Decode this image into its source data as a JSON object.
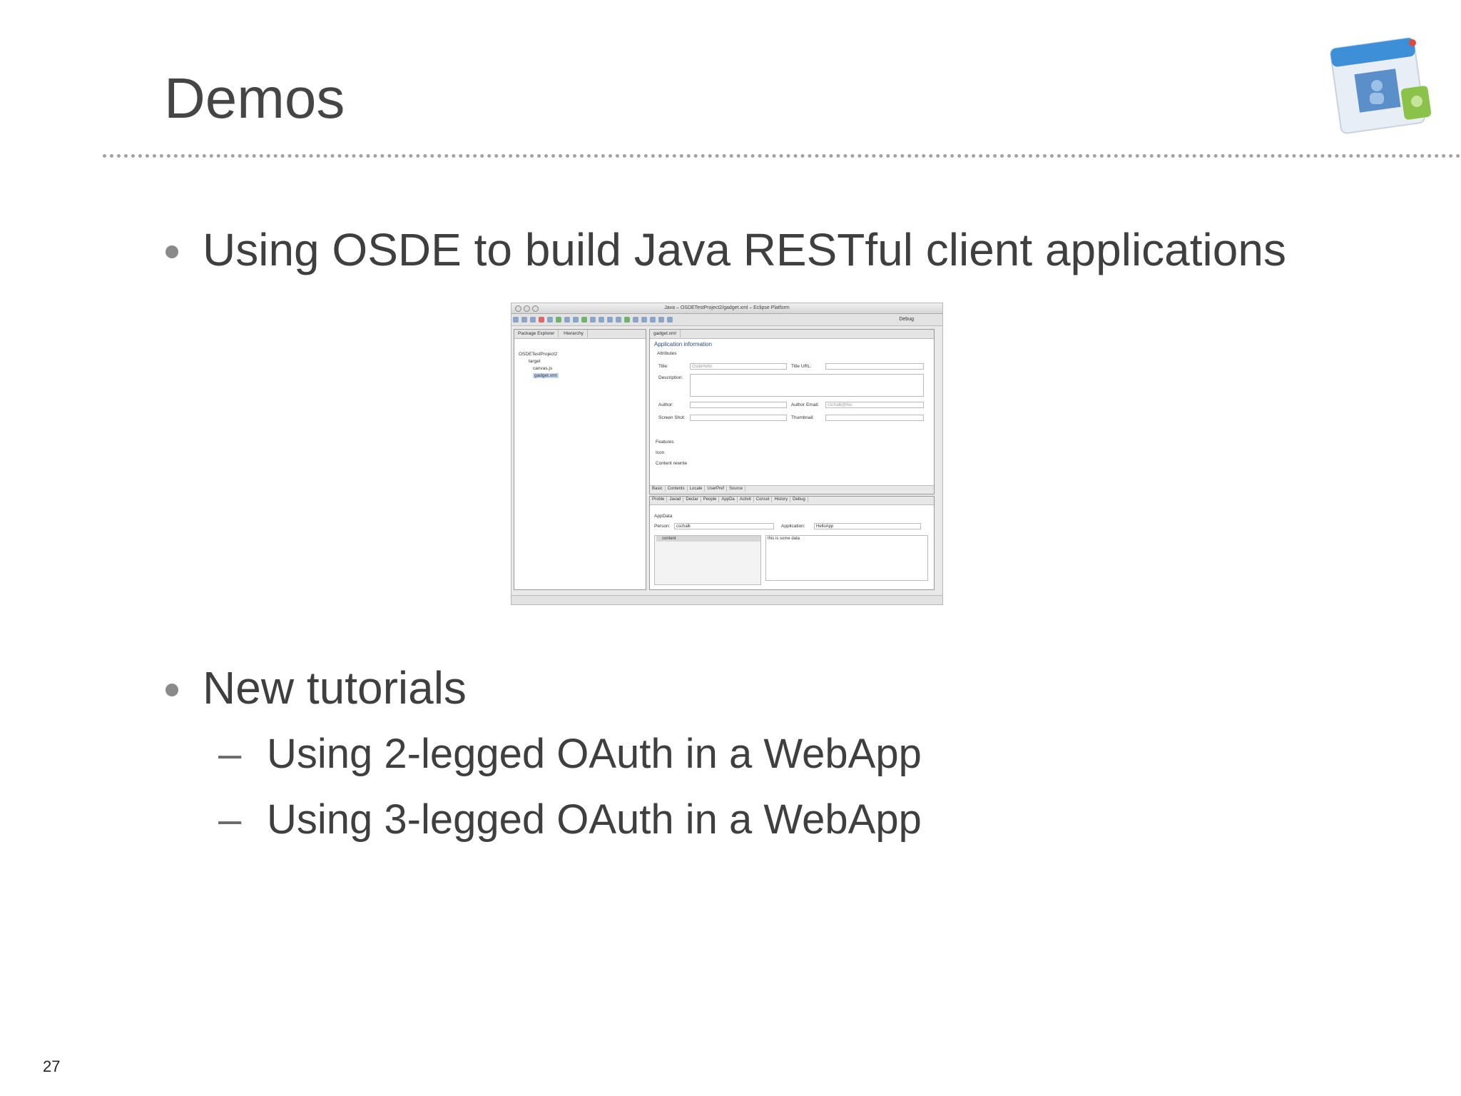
{
  "slide": {
    "title": "Demos",
    "page_number": "27",
    "bullets": [
      {
        "text": "Using OSDE to build Java RESTful client applications"
      },
      {
        "text": "New tutorials"
      }
    ],
    "sub_bullets": [
      {
        "dash": "–",
        "text": "Using 2-legged OAuth in a WebApp"
      },
      {
        "dash": "–",
        "text": "Using 3-legged OAuth in a WebApp"
      }
    ]
  },
  "ide": {
    "window_title": "Java – OSDETestProject2/gadget.xml – Eclipse Platform",
    "perspective": "Debug",
    "left_tabs": [
      "Package Explorer",
      "Hierarchy"
    ],
    "tree": {
      "project": "OSDETestProject2",
      "items": [
        "target",
        "canvas.js",
        "gadget.xml"
      ]
    },
    "editor_tab": "gadget.xml",
    "section_title": "Application information",
    "attributes_label": "Attributes",
    "fields": {
      "title_label": "Title:",
      "title_value": "OsdeHello",
      "title_url_label": "Title URL:",
      "description_label": "Description:",
      "author_label": "Author:",
      "author_email_label": "Author Email:",
      "author_email_value": "cschalk@foo",
      "screenshot_label": "Screen Shot:",
      "thumbnail_label": "Thumbnail:"
    },
    "collapsed_sections": [
      "Features",
      "Icon",
      "Content rewrite"
    ],
    "editor_tabs": [
      "Basic",
      "Contents",
      "Locale",
      "UserPref",
      "Source"
    ],
    "bottom_tabs": [
      "Proble",
      "Javad",
      "Declar",
      "People",
      "AppDa",
      "Activit",
      "Consol",
      "History",
      "Debug"
    ],
    "appdata": {
      "title": "AppData",
      "person_label": "Person:",
      "person_value": "cschalk",
      "application_label": "Application:",
      "application_value": "HelloApp",
      "key_header": "content",
      "value_text": "this is some data"
    }
  }
}
